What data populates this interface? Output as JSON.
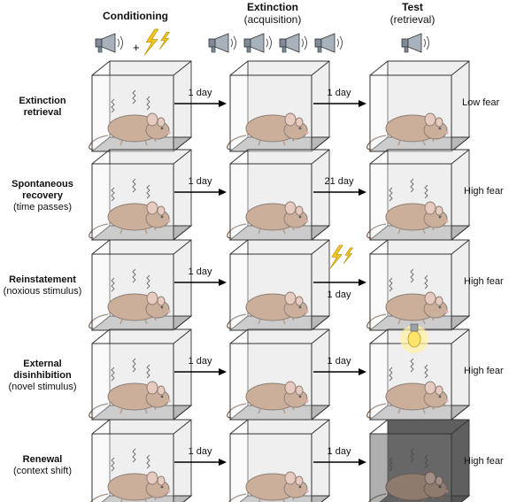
{
  "columns": {
    "conditioning": {
      "title": "Conditioning",
      "subtitle": ""
    },
    "extinction": {
      "title": "Extinction",
      "subtitle": "(acquisition)"
    },
    "test": {
      "title": "Test",
      "subtitle": "(retrieval)"
    }
  },
  "plus_sign": "+",
  "rows": [
    {
      "title": "Extinction retrieval",
      "title_lines": [
        "Extinction",
        "retrieval"
      ],
      "subtitle": "",
      "arrow1": "1 day",
      "arrow2": "1 day",
      "outcome": "Low fear",
      "test_stimulus": "none",
      "test_box": "light"
    },
    {
      "title": "Spontaneous recovery",
      "title_lines": [
        "Spontaneous",
        "recovery"
      ],
      "subtitle": "(time passes)",
      "arrow1": "1 day",
      "arrow2": "21 day",
      "outcome": "High fear",
      "test_stimulus": "none",
      "test_box": "light"
    },
    {
      "title": "Reinstatement",
      "title_lines": [
        "Reinstatement"
      ],
      "subtitle": "(noxious stimulus)",
      "arrow1": "1 day",
      "arrow2": "1 day",
      "outcome": "High fear",
      "test_stimulus": "lightning-icon",
      "test_box": "light"
    },
    {
      "title": "External disinhibition",
      "title_lines": [
        "External",
        "disinhibition"
      ],
      "subtitle": "(novel stimulus)",
      "arrow1": "1 day",
      "arrow2": "1 day",
      "outcome": "High fear",
      "test_stimulus": "lightbulb-icon",
      "test_box": "light"
    },
    {
      "title": "Renewal",
      "title_lines": [
        "Renewal"
      ],
      "subtitle": "(context shift)",
      "arrow1": "1 day",
      "arrow2": "1 day",
      "outcome": "High fear",
      "test_stimulus": "none",
      "test_box": "dark"
    }
  ],
  "colors": {
    "mouse_body": "#b78d6e",
    "mouse_ear": "#e3b7a6",
    "box_front": "#f0f0f0",
    "box_floor": "#b9b9b9",
    "box_dark": "#6e6e6e",
    "lightning": "#f2c521",
    "bulb_glow": "#fff1a6",
    "speaker": "#7e8a97"
  },
  "icons": {
    "tone": "speaker-icon",
    "shock": "lightning-icon",
    "novel": "lightbulb-icon",
    "subject": "mouse-icon",
    "context": "cage-box"
  }
}
